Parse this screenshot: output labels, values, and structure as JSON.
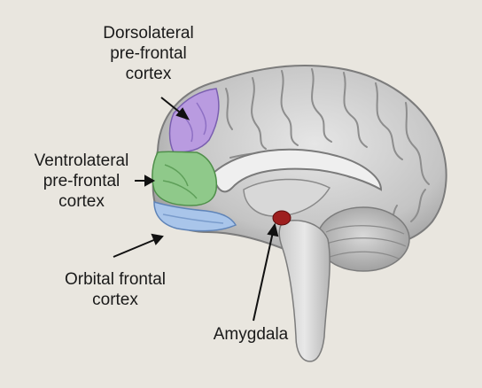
{
  "labels": {
    "dlpfc": [
      "Dorsolateral",
      "pre-frontal",
      "cortex"
    ],
    "vlpfc": [
      "Ventrolateral",
      "pre-frontal",
      "cortex"
    ],
    "ofc": [
      "Orbital frontal",
      "cortex"
    ],
    "amygdala": [
      "Amygdala"
    ]
  },
  "colors": {
    "background": "#e9e6df",
    "cortex": "#cfcfcf",
    "dlpfc": "#b99be0",
    "vlpfc": "#8fc98a",
    "ofc": "#a9c5ea",
    "amygdala": "#9e1f1f"
  }
}
